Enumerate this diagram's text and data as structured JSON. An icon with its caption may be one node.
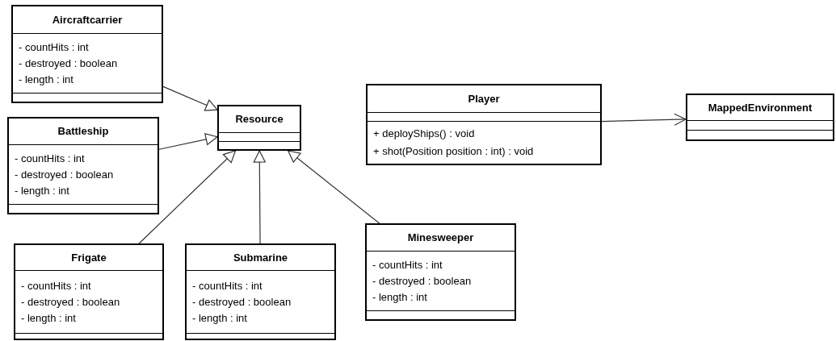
{
  "diagram": {
    "nodes": [
      {
        "text": [
          "Aircraftcarrier",
          "- countHits : int",
          "- destroyed : boolean",
          "- length : int"
        ]
      },
      {
        "text": [
          "Battleship",
          "- countHits : int",
          "- destroyed : boolean",
          "- length : int"
        ]
      },
      {
        "text": [
          "Resource"
        ]
      },
      {
        "text": [
          "Frigate",
          "- countHits : int",
          "- destroyed : boolean",
          "- length : int"
        ]
      },
      {
        "text": [
          "Submarine",
          "- countHits : int",
          "- destroyed : boolean",
          "- length : int"
        ]
      },
      {
        "text": [
          "Minesweeper",
          "- countHits : int",
          "- destroyed : boolean",
          "- length : int"
        ]
      },
      {
        "text": [
          "Player",
          "+ deployShips() : void",
          "+ shot(Position position : int) : void"
        ]
      },
      {
        "text": [
          "MappedEnvironment"
        ]
      }
    ],
    "edges": [
      {
        "from": 0,
        "to": 2,
        "arrow": "to"
      },
      {
        "from": 1,
        "to": 2,
        "arrow": "to"
      },
      {
        "from": 3,
        "to": 2,
        "arrow": "to"
      },
      {
        "from": 4,
        "to": 2,
        "arrow": "to"
      },
      {
        "from": 5,
        "to": 2,
        "arrow": "to"
      },
      {
        "from": 6,
        "to": 7,
        "arrow": "to"
      }
    ]
  }
}
